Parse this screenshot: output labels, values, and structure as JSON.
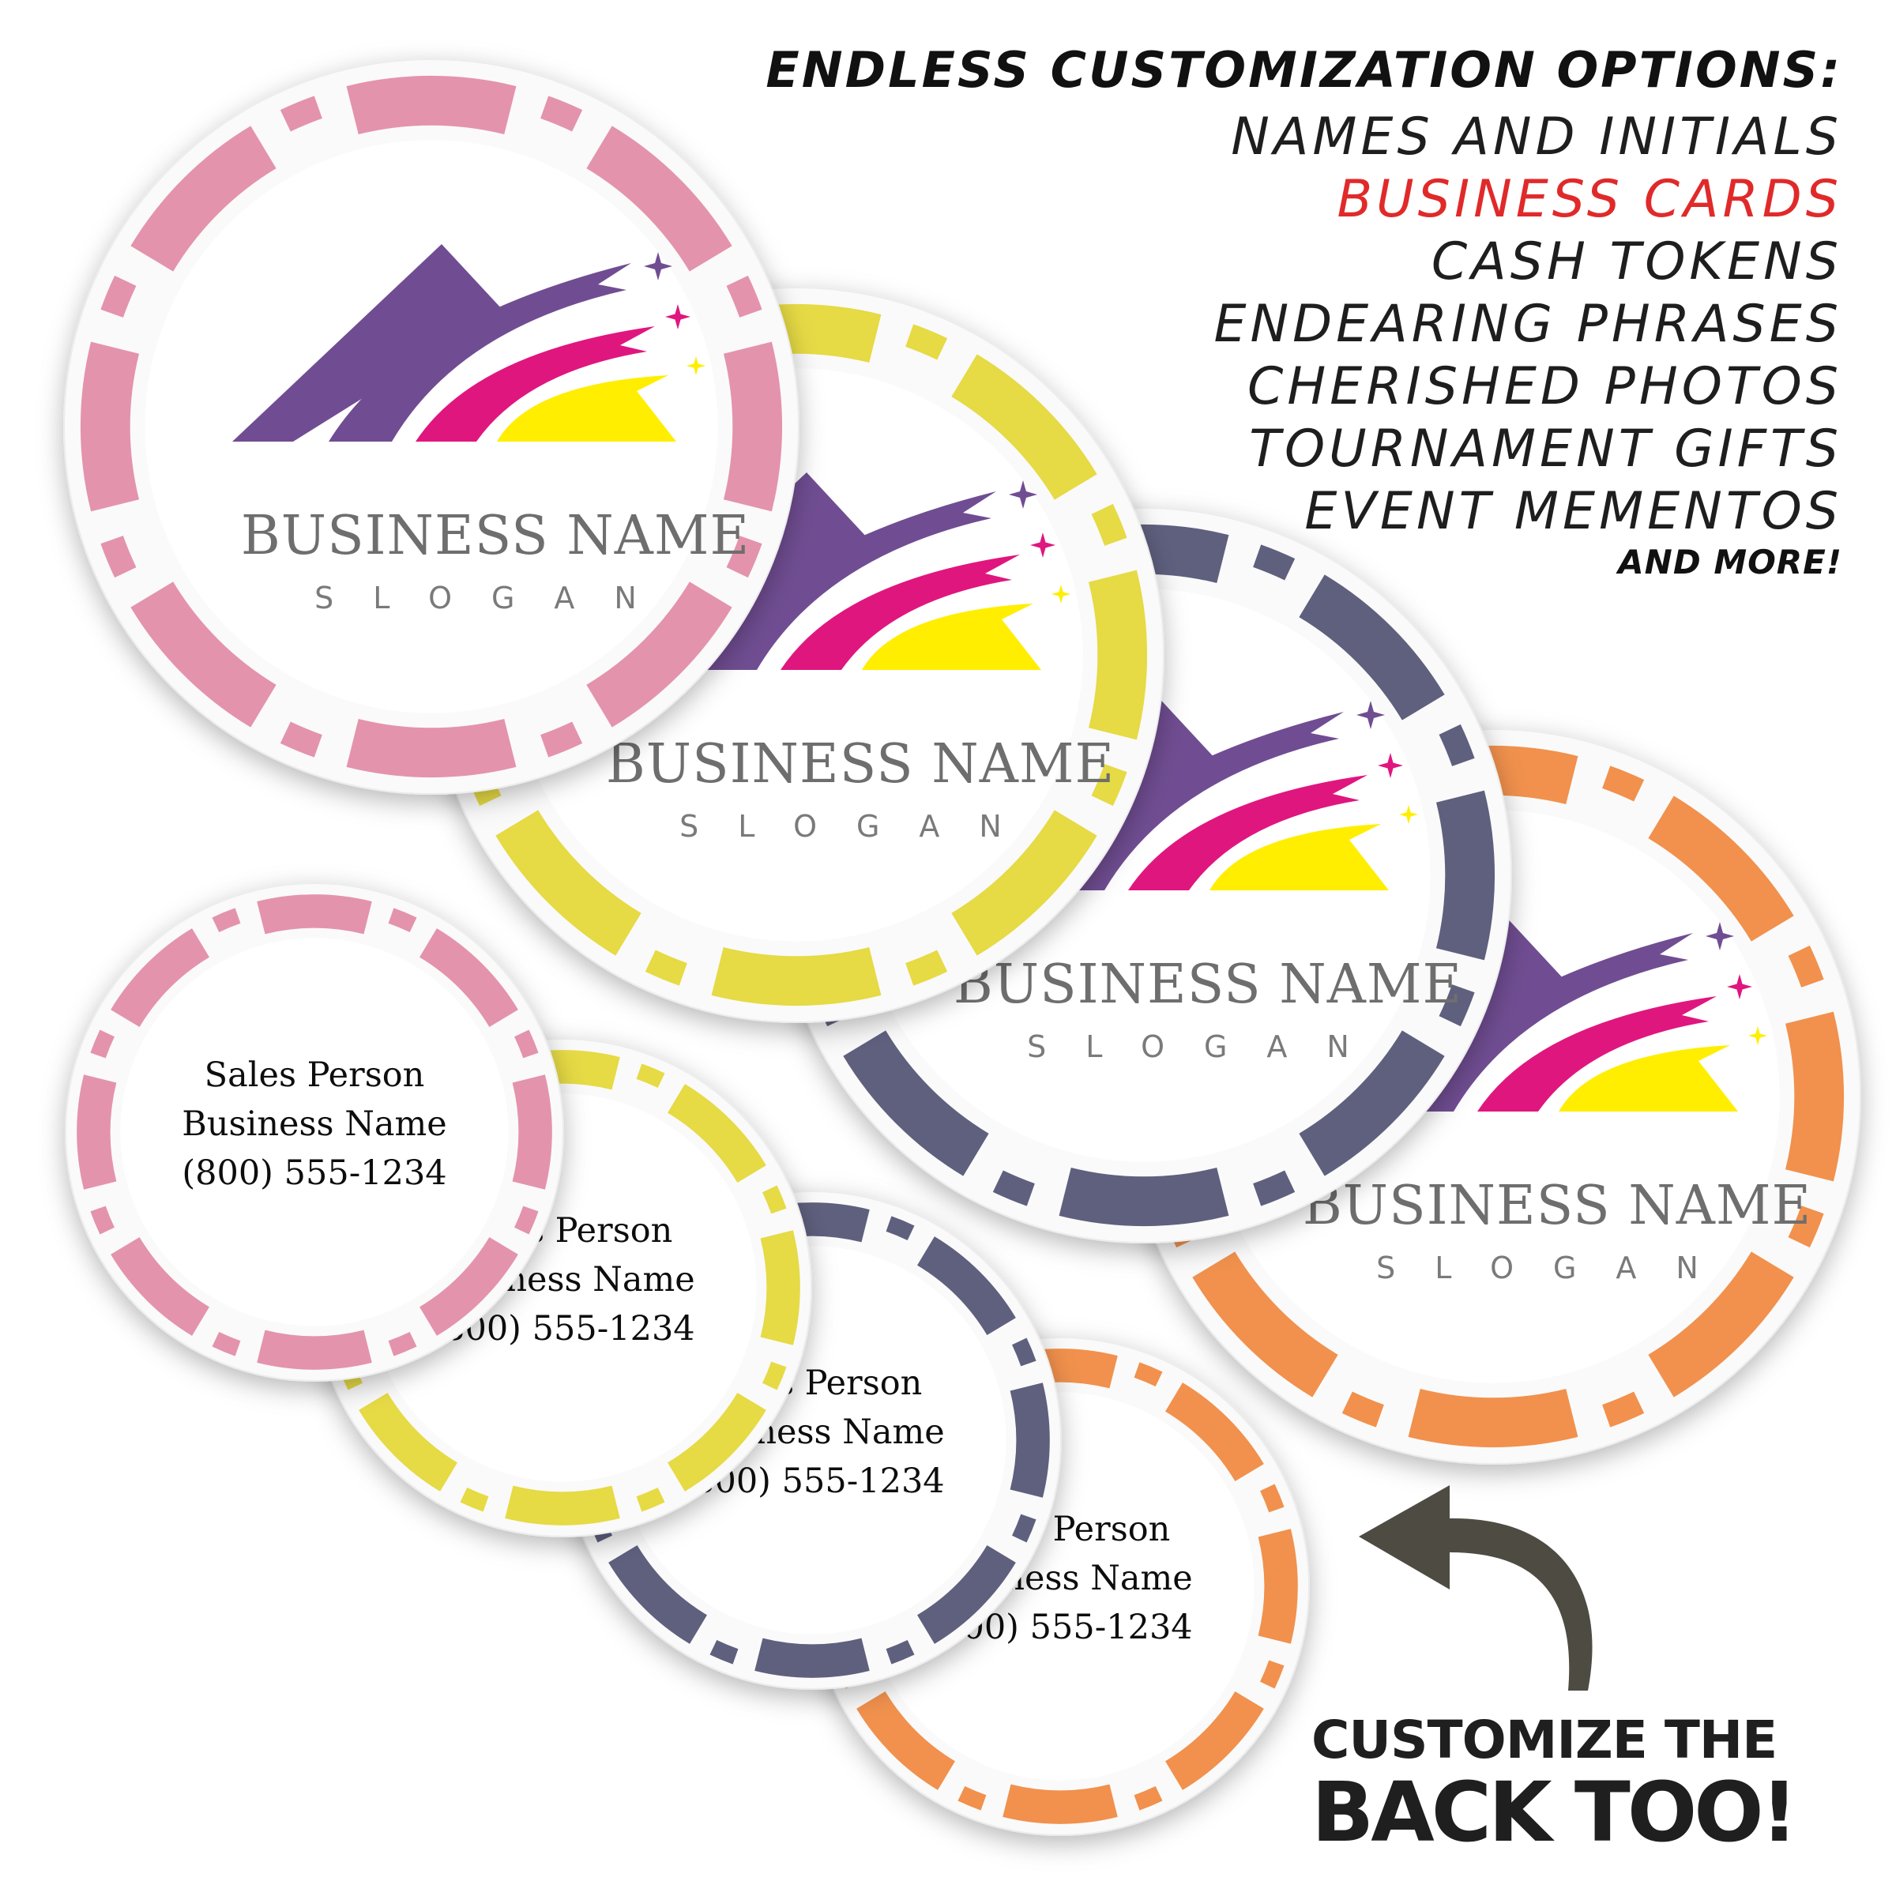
{
  "options_list": {
    "heading": "ENDLESS CUSTOMIZATION OPTIONS:",
    "items": [
      {
        "label": "NAMES AND INITIALS",
        "color": "#1e1e1e"
      },
      {
        "label": "BUSINESS CARDS",
        "color": "#e02a2a"
      },
      {
        "label": "CASH TOKENS",
        "color": "#1e1e1e"
      },
      {
        "label": "ENDEARING PHRASES",
        "color": "#1e1e1e"
      },
      {
        "label": "CHERISHED PHOTOS",
        "color": "#1e1e1e"
      },
      {
        "label": "TOURNAMENT GIFTS",
        "color": "#1e1e1e"
      },
      {
        "label": "EVENT MEMENTOS",
        "color": "#1e1e1e"
      }
    ],
    "footer": "AND MORE!"
  },
  "front_chip": {
    "business_name": "BUSINESS NAME",
    "slogan": "SLOGAN",
    "logo_colors": {
      "purple": "#6f4e92",
      "magenta": "#e0177f",
      "yellow": "#ffee00"
    }
  },
  "back_chip": {
    "line1": "Sales Person",
    "line2": "Business Name",
    "line3": "(800) 555-1234"
  },
  "chip_colors": {
    "pink": "#e493ad",
    "yellow": "#e6da45",
    "navy": "#5f607e",
    "orange": "#f1914e"
  },
  "arrow": {
    "icon": "curved-arrow-icon",
    "color": "#4e4b42"
  },
  "callout": {
    "line1": "CUSTOMIZE THE",
    "line2": "BACK TOO!"
  }
}
